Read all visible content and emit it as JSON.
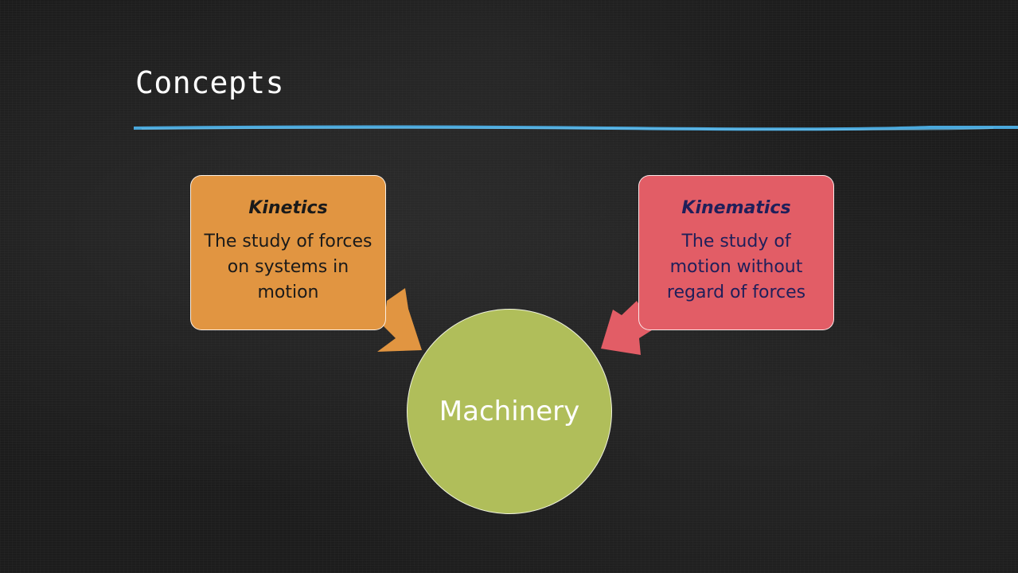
{
  "slide": {
    "title": "Concepts",
    "accent_line_color": "#4aa8dc"
  },
  "diagram": {
    "center": {
      "label": "Machinery",
      "color": "#b0be5a"
    },
    "nodes": [
      {
        "title": "Kinetics",
        "text": "The study of forces on systems in motion",
        "color": "#e19541"
      },
      {
        "title": "Kinematics",
        "text": "The study of motion without regard of forces",
        "color": "#e25d66"
      }
    ]
  }
}
